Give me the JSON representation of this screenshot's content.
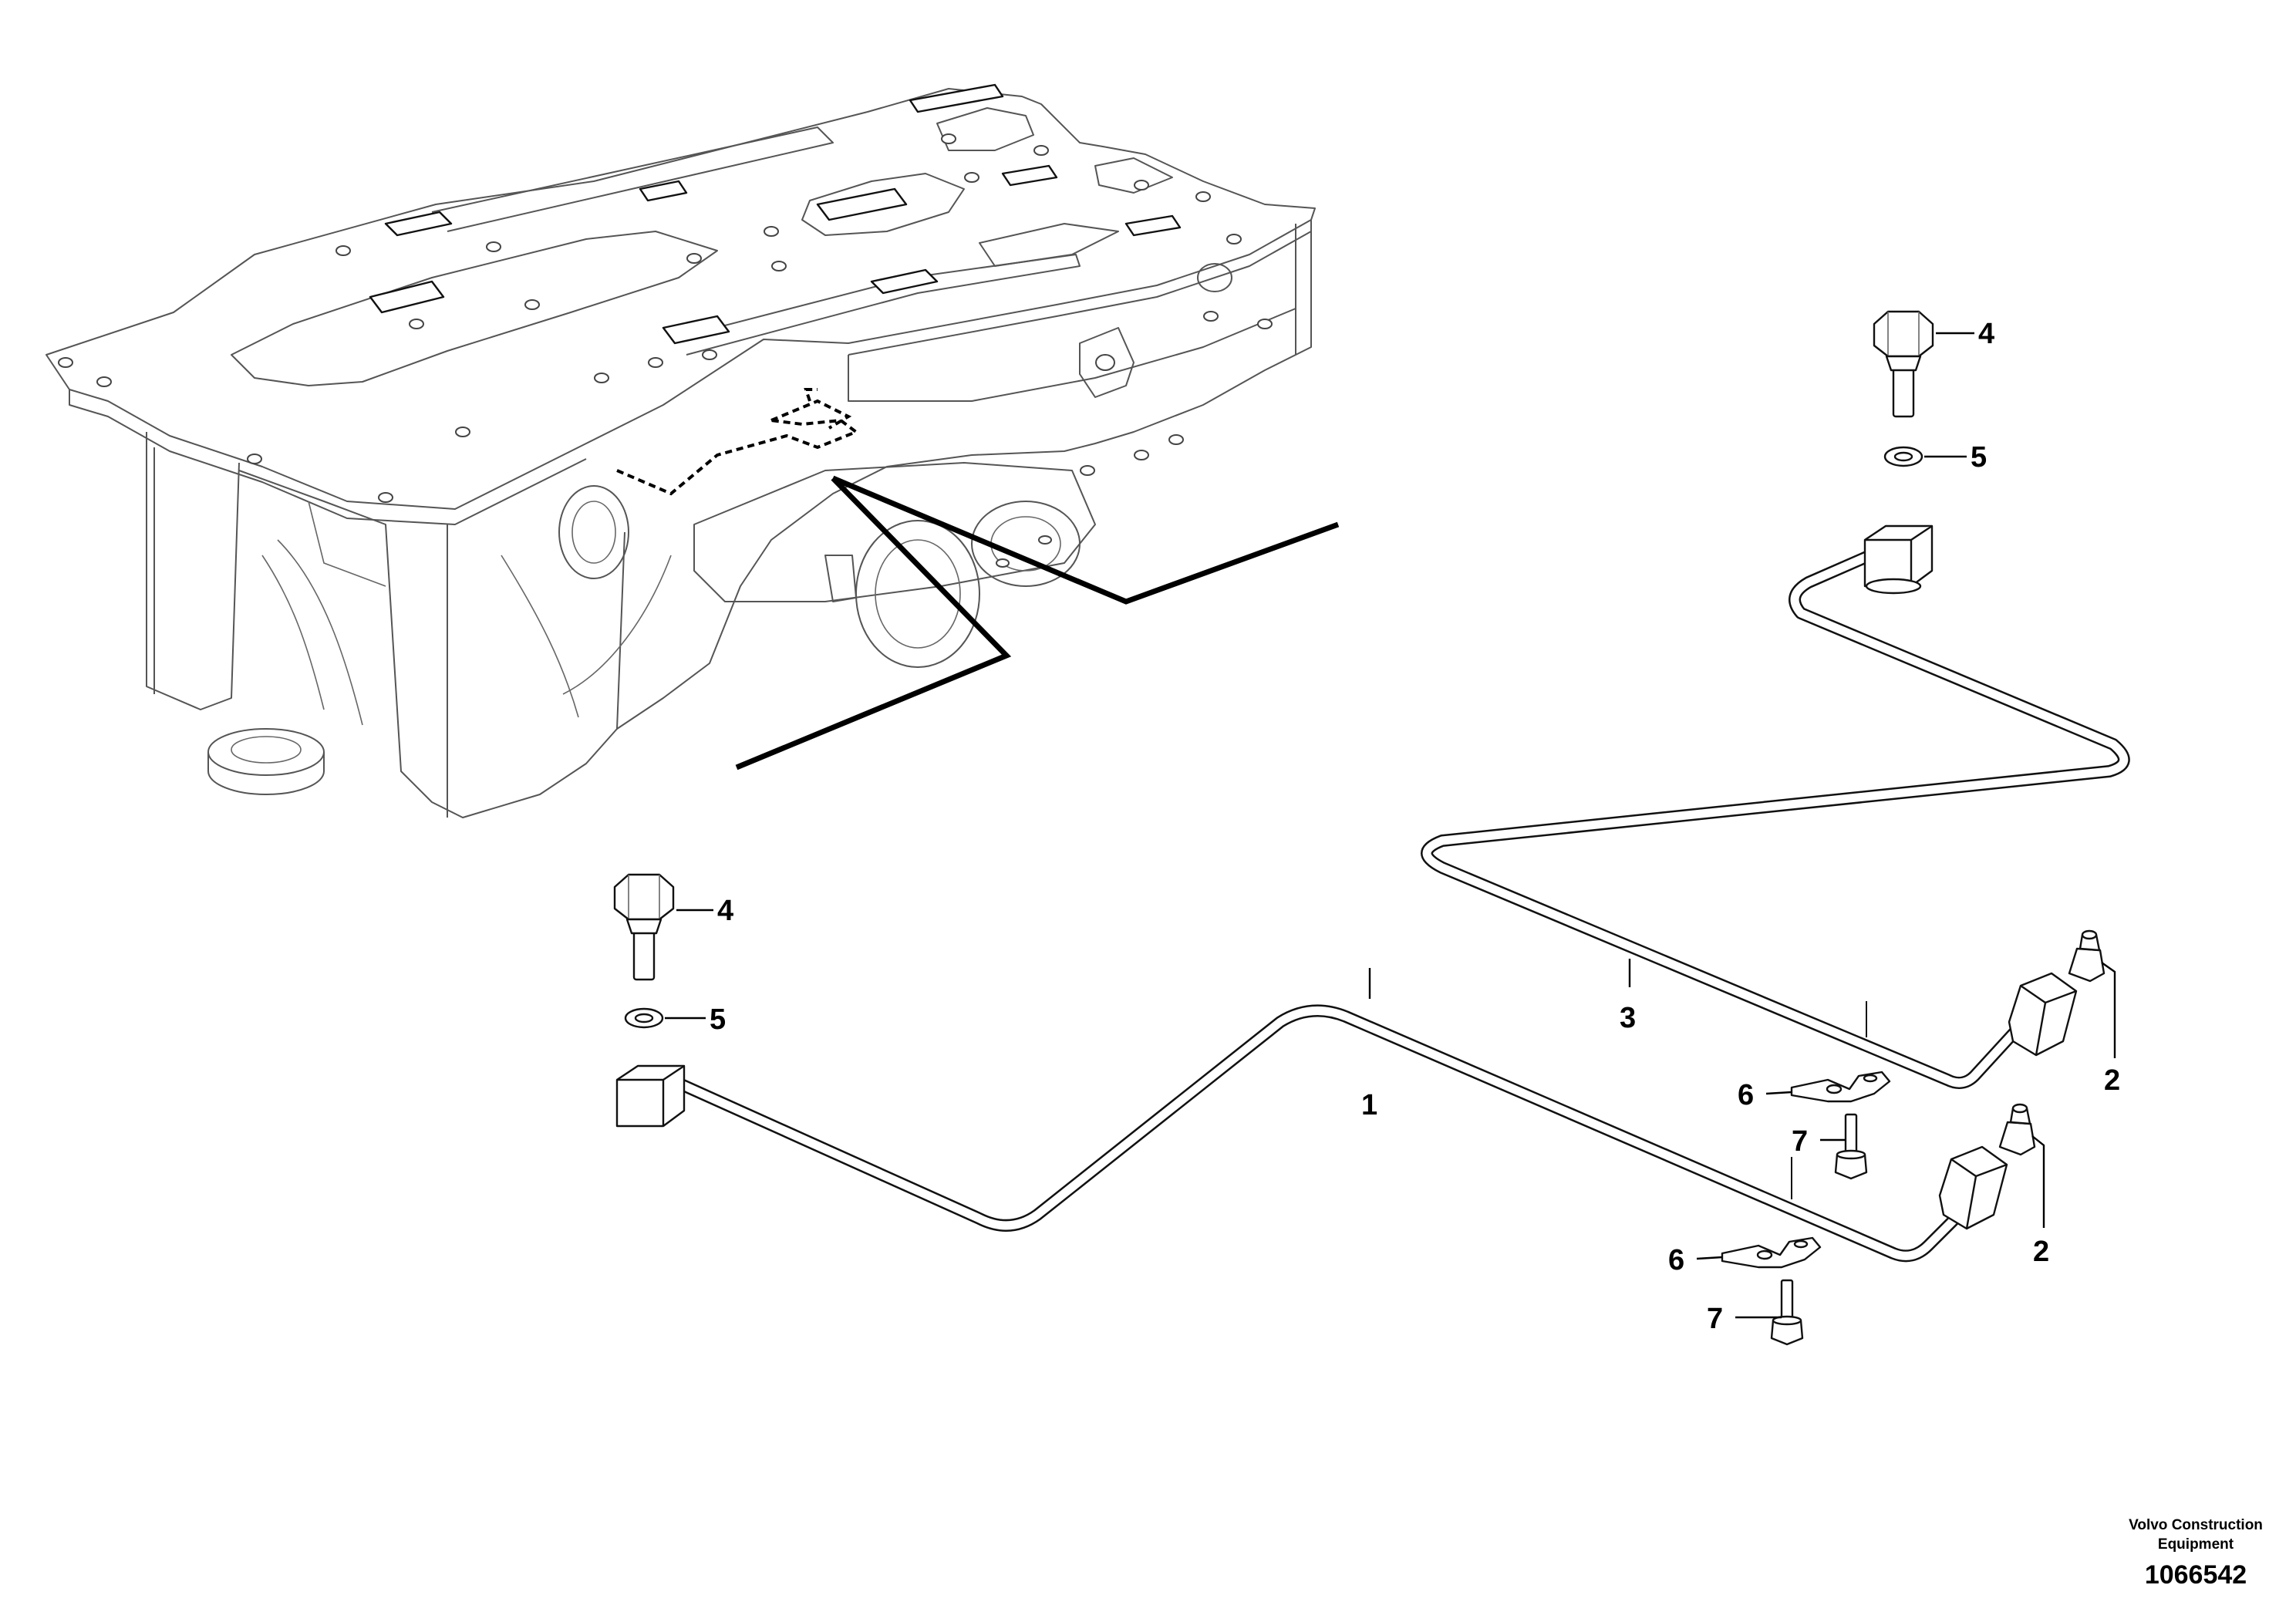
{
  "callouts": {
    "c1": "1",
    "c2a": "2",
    "c2b": "2",
    "c3": "3",
    "c4a": "4",
    "c4b": "4",
    "c5a": "5",
    "c5b": "5",
    "c6a": "6",
    "c6b": "6",
    "c7a": "7",
    "c7b": "7"
  },
  "footer": {
    "brand_line1": "Volvo Construction",
    "brand_line2": "Equipment",
    "doc_number": "1066542"
  }
}
